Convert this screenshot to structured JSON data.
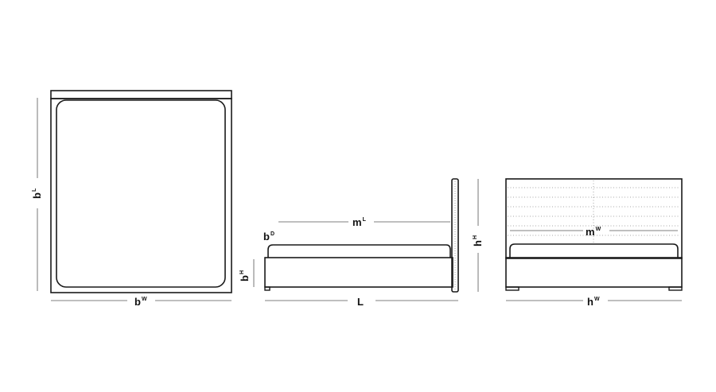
{
  "labels": {
    "bed_length": "b",
    "bed_length_sup": "L",
    "bed_width": "b",
    "bed_width_sup": "W",
    "bed_height": "b",
    "bed_height_sup": "H",
    "bed_depth": "b",
    "bed_depth_sup": "D",
    "mattress_length": "m",
    "mattress_length_sup": "L",
    "total_length": "L",
    "headboard_height": "h",
    "headboard_height_sup": "H",
    "mattress_width": "m",
    "mattress_width_sup": "W",
    "headboard_width": "h",
    "headboard_width_sup": "W"
  },
  "colors": {
    "line": "#1a1a1a",
    "dim": "#555555",
    "dots": "#8a8a8a"
  }
}
